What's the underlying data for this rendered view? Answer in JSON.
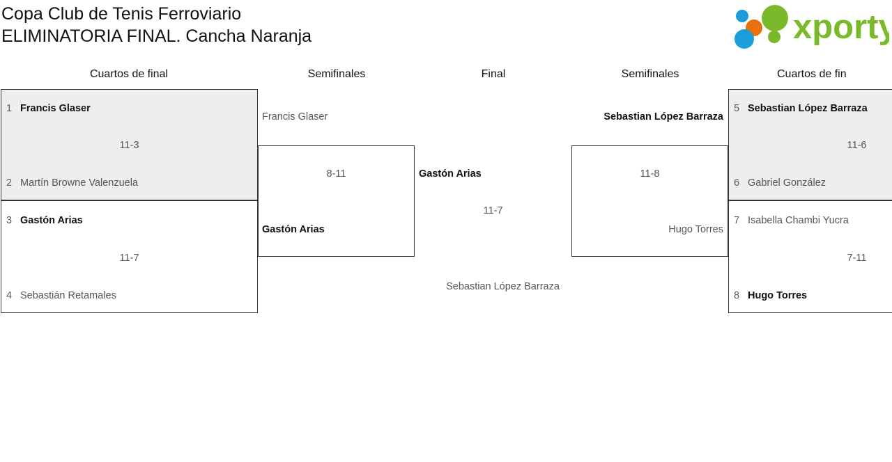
{
  "header": {
    "title_line1": "Copa Club de Tenis Ferroviario",
    "title_line2": "ELIMINATORIA FINAL. Cancha Naranja"
  },
  "logo": {
    "wordmark": "xporty",
    "green": "#7ab929",
    "blue": "#1b9dd9",
    "orange": "#e8700d"
  },
  "round_headers": {
    "qf_left": "Cuartos de final",
    "sf_left": "Semifinales",
    "final": "Final",
    "sf_right": "Semifinales",
    "qf_right": "Cuartos de fin"
  },
  "bracket": {
    "qf_left": [
      {
        "shaded": true,
        "top": {
          "seed": "1",
          "name": "Francis Glaser",
          "result": "winner"
        },
        "bottom": {
          "seed": "2",
          "name": "Martín Browne Valenzuela",
          "result": "loser"
        },
        "score": "11-3"
      },
      {
        "shaded": false,
        "top": {
          "seed": "3",
          "name": "Gastón Arias",
          "result": "winner"
        },
        "bottom": {
          "seed": "4",
          "name": "Sebastián Retamales",
          "result": "loser"
        },
        "score": "11-7"
      }
    ],
    "sf_left": {
      "top": {
        "name": "Francis Glaser",
        "result": "loser"
      },
      "bottom": {
        "name": "Gastón Arias",
        "result": "winner"
      },
      "score": "8-11"
    },
    "final": {
      "top": {
        "name": "Gastón Arias",
        "result": "winner"
      },
      "bottom": {
        "name": "Sebastian López Barraza",
        "result": "loser"
      },
      "score": "11-7"
    },
    "sf_right": {
      "top": {
        "name": "Sebastian López Barraza",
        "result": "winner"
      },
      "bottom": {
        "name": "Hugo Torres",
        "result": "loser"
      },
      "score": "11-8"
    },
    "qf_right": [
      {
        "shaded": true,
        "top": {
          "seed": "5",
          "name": "Sebastian López Barraza",
          "result": "winner"
        },
        "bottom": {
          "seed": "6",
          "name": "Gabriel González",
          "result": "loser"
        },
        "score": "11-6"
      },
      {
        "shaded": false,
        "top": {
          "seed": "7",
          "name": "Isabella Chambi Yucra",
          "result": "loser"
        },
        "bottom": {
          "seed": "8",
          "name": "Hugo Torres",
          "result": "winner"
        },
        "score": "7-11"
      }
    ]
  }
}
